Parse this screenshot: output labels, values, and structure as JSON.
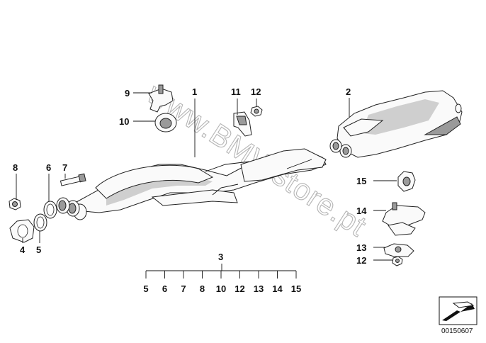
{
  "watermark": "www.BMWstore.pt",
  "callouts": {
    "c1": "1",
    "c2": "2",
    "c3": "3",
    "c4": "4",
    "c5": "5",
    "c6": "6",
    "c7": "7",
    "c8": "8",
    "c9": "9",
    "c10": "10",
    "c11": "11",
    "c12a": "12",
    "c12b": "12",
    "c13": "13",
    "c14": "14",
    "c15": "15"
  },
  "set_parts": [
    "5",
    "6",
    "7",
    "8",
    "10",
    "12",
    "13",
    "14",
    "15"
  ],
  "diagram_code": "00150607"
}
